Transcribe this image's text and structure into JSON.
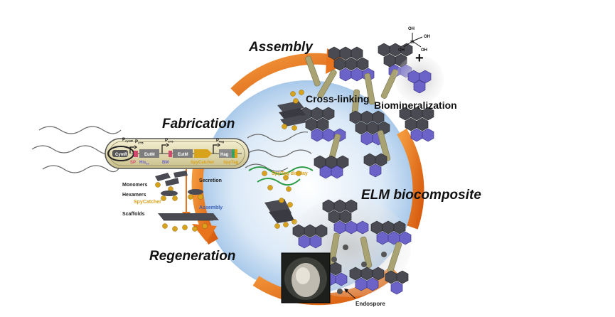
{
  "stages": {
    "assembly": "Assembly",
    "fabrication": "Fabrication",
    "elm": "ELM biocomposite",
    "regeneration": "Regeneration"
  },
  "process_labels": {
    "cross_linking": "Cross-linking",
    "biomineralization": "Biomineralization",
    "endospore": "Endospore",
    "spytag_display": "SpyTag display"
  },
  "chemical": {
    "oh1": "OH",
    "oh2": "OH",
    "oh3": "OH",
    "oh4": "OH",
    "si": "Si",
    "plus": "+"
  },
  "plasmid": {
    "cymr": "CymR",
    "p_cymr": "P",
    "p_cymr_sub": "cymR",
    "p_ct5_a": "P",
    "p_ct5_a_sub": "CT5",
    "p_ct5_b": "P",
    "p_ct5_b_sub": "CT5",
    "p_flag": "P",
    "p_flag_sub": "flag",
    "eutm_1": "EutM",
    "eutm_2": "EutM",
    "sp": "SP",
    "his": "His",
    "his_sub": "6x",
    "bm": "BM",
    "spycatcher": "SpyCatcher",
    "hag": "Hag",
    "spytag": "SpyTag"
  },
  "legend": {
    "monomers": "Monomers",
    "hexamers": "Hexamers",
    "spycatcher": "SpyCatcher",
    "scaffolds": "Scaffolds",
    "secretion": "Secretion",
    "assembly": "Assembly"
  },
  "colors": {
    "arrow_orange": "#e8741e",
    "circle_blue": "#bcd6f0",
    "hexagon_dark": "#4a4a52",
    "hexagon_purple": "#6b63c8",
    "rod_khaki": "#a9a272",
    "spy_gold": "#d9a21b",
    "cell_fill": "#efe8c2"
  }
}
